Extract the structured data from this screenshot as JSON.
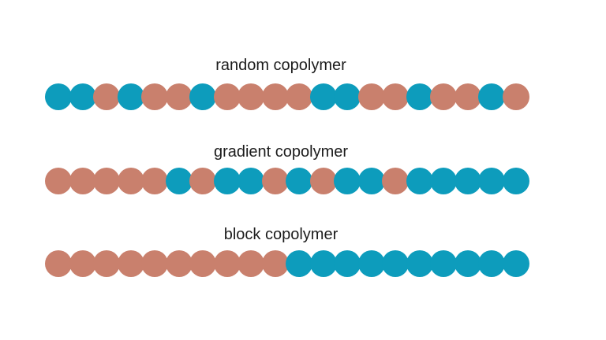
{
  "colors": {
    "monomer_a": "#c9806d",
    "monomer_b": "#0d9cbc"
  },
  "rows": [
    {
      "label": "random copolymer",
      "sequence": "BBABAABAAAABBAABAABA"
    },
    {
      "label": "gradient copolymer",
      "sequence": "AAAAABABBABABBABBBBB"
    },
    {
      "label": "block copolymer",
      "sequence": "AAAAAAAAAABBBBBBBBBB"
    }
  ]
}
